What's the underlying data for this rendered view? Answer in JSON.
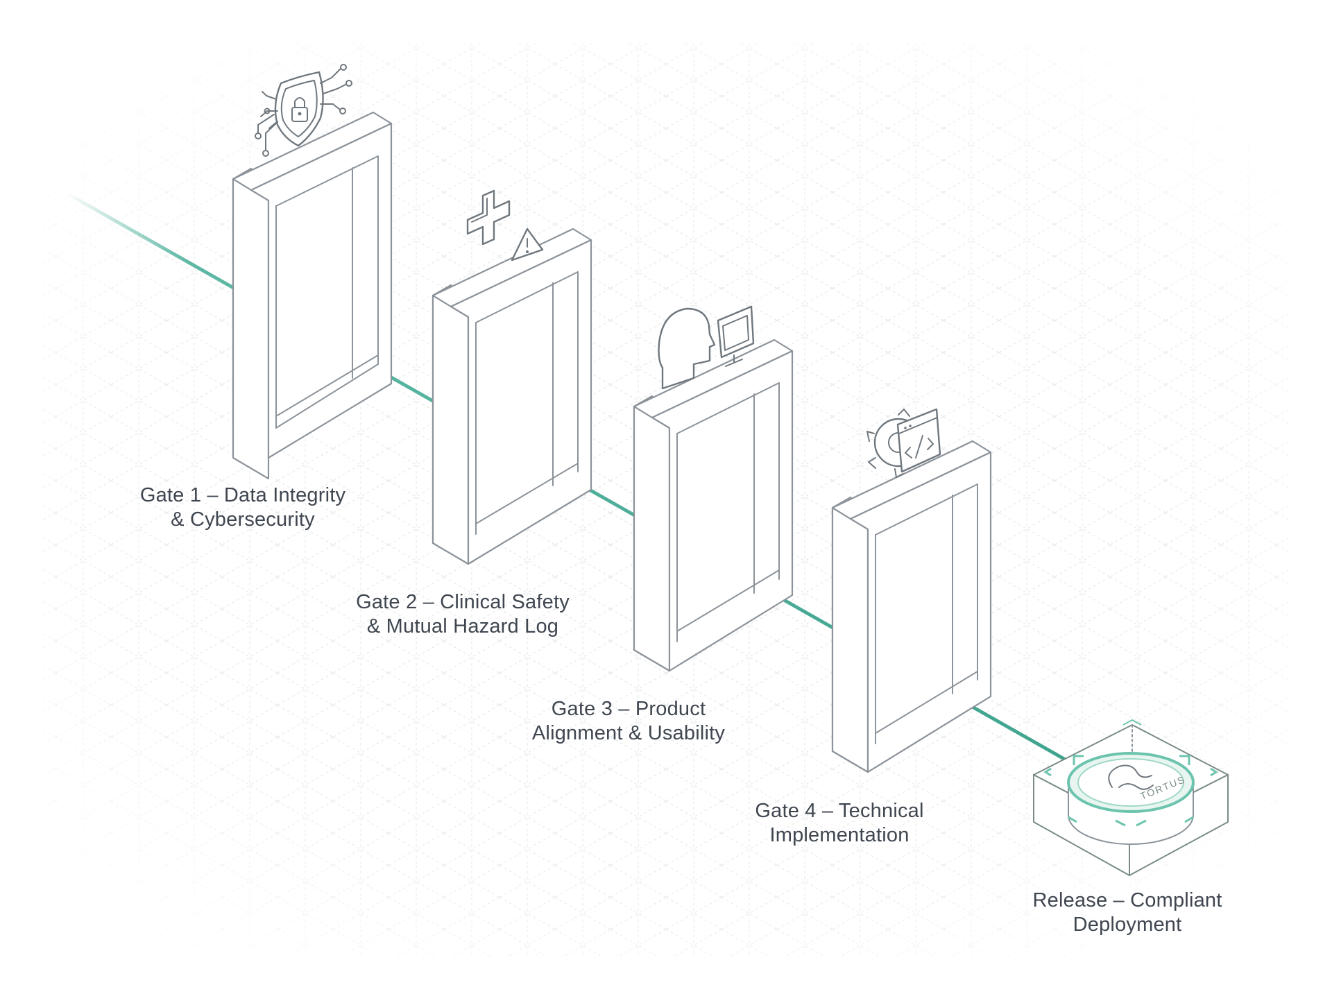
{
  "colors": {
    "background": "#ffffff",
    "grid": "#e6e9ea",
    "path_accent": "#4bb09a",
    "frame_stroke": "#8c939a",
    "label_text": "#3f4650",
    "release_accent": "#6cc4ae"
  },
  "gates": [
    {
      "line1": "Gate 1 – Data Integrity",
      "line2": "& Cybersecurity",
      "icon": "shield-lock-icon"
    },
    {
      "line1": "Gate 2 – Clinical Safety",
      "line2": "& Mutual Hazard Log",
      "icon": "medical-cross-warning-icon"
    },
    {
      "line1": "Gate 3 – Product",
      "line2": "Alignment & Usability",
      "icon": "user-monitor-icon"
    },
    {
      "line1": "Gate 4 – Technical",
      "line2": "Implementation",
      "icon": "gear-code-icon"
    }
  ],
  "release": {
    "line1": "Release – Compliant",
    "line2": "Deployment",
    "badge_text": "TORTUS",
    "icon": "tortus-logo-icon"
  }
}
